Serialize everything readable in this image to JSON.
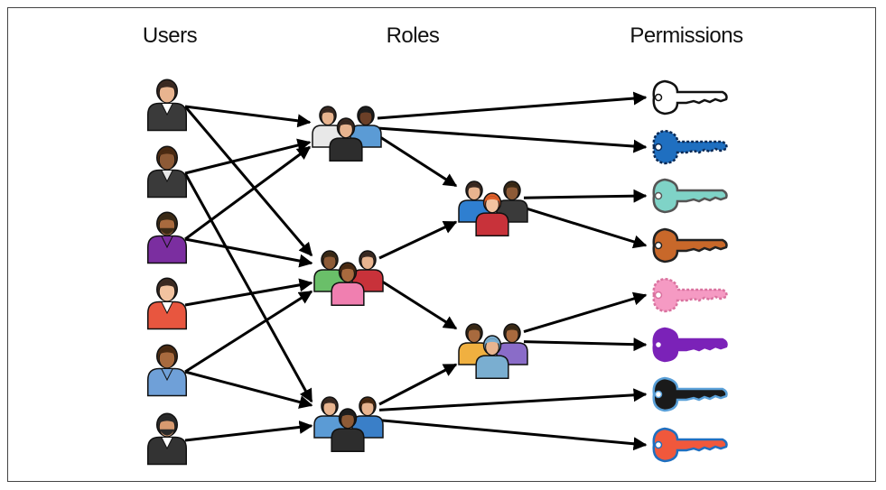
{
  "headers": {
    "users": "Users",
    "roles": "Roles",
    "permissions": "Permissions"
  },
  "users": [
    {
      "id": "u1",
      "hair": "#3b2a22",
      "skin": "#e8b48f",
      "shirt": "#3a3a3a",
      "inner": "#ffffff"
    },
    {
      "id": "u2",
      "hair": "#4a2a12",
      "skin": "#8d5a36",
      "shirt": "#3a3a3a",
      "inner": "#e8e8e8"
    },
    {
      "id": "u3",
      "hair": "#3b2a16",
      "skin": "#a86a3e",
      "shirt": "#7b2ea0",
      "inner": "#7b2ea0",
      "beard": true
    },
    {
      "id": "u4",
      "hair": "#3b2a22",
      "skin": "#f2c3a0",
      "shirt": "#e8563f",
      "inner": "#ffffff"
    },
    {
      "id": "u5",
      "hair": "#4a2a12",
      "skin": "#a86a3e",
      "shirt": "#6fa0d8",
      "inner": "#6fa0d8"
    },
    {
      "id": "u6",
      "hair": "#2a2a2a",
      "skin": "#d79a70",
      "shirt": "#333333",
      "inner": "#ffffff",
      "beard": true
    }
  ],
  "roles": [
    {
      "id": "r1",
      "people": [
        {
          "skin": "#e8b48f",
          "hair": "#3b2a22",
          "shirt": "#e8e8e8"
        },
        {
          "skin": "#6b4028",
          "hair": "#1e1e1e",
          "shirt": "#5b9bd5"
        },
        {
          "skin": "#e8b48f",
          "hair": "#3b2a22",
          "shirt": "#2d2d2d"
        }
      ]
    },
    {
      "id": "r2",
      "people": [
        {
          "skin": "#8d5a36",
          "hair": "#3b2a16",
          "shirt": "#6abf69"
        },
        {
          "skin": "#e8b48f",
          "hair": "#3b2a22",
          "shirt": "#c8323a"
        },
        {
          "skin": "#a86a3e",
          "hair": "#4a2a12",
          "shirt": "#f07fb0"
        }
      ]
    },
    {
      "id": "r3",
      "people": [
        {
          "skin": "#e8b48f",
          "hair": "#3b2a22",
          "shirt": "#5b9bd5"
        },
        {
          "skin": "#e8b48f",
          "hair": "#4a2a12",
          "shirt": "#3a7fc8"
        },
        {
          "skin": "#8d5a36",
          "hair": "#1e1e1e",
          "shirt": "#2d2d2d"
        }
      ]
    },
    {
      "id": "r4",
      "people": [
        {
          "skin": "#e8b48f",
          "hair": "#3b2a22",
          "shirt": "#2f7fd0"
        },
        {
          "skin": "#8d5a36",
          "hair": "#3b2a16",
          "shirt": "#3a3a3a"
        },
        {
          "skin": "#f2c3a0",
          "hair": "#e0602a",
          "shirt": "#c8323a"
        }
      ]
    },
    {
      "id": "r5",
      "people": [
        {
          "skin": "#a86a3e",
          "hair": "#3b2a16",
          "shirt": "#f0b040"
        },
        {
          "skin": "#a86a3e",
          "hair": "#3b2a16",
          "shirt": "#8a6cc8"
        },
        {
          "skin": "#e8b48f",
          "hair": "#7aaed0",
          "shirt": "#7aaed0"
        }
      ]
    }
  ],
  "permissions": [
    {
      "id": "k1",
      "fill": "#ffffff",
      "stroke": "#111111",
      "dashed": false
    },
    {
      "id": "k2",
      "fill": "#1f6fc0",
      "stroke": "#0b2a55",
      "dashed": true
    },
    {
      "id": "k3",
      "fill": "#7fd3c7",
      "stroke": "#555555",
      "dashed": false
    },
    {
      "id": "k4",
      "fill": "#c8682a",
      "stroke": "#222222",
      "dashed": false
    },
    {
      "id": "k5",
      "fill": "#f59ac3",
      "stroke": "#d9739f",
      "dashed": true
    },
    {
      "id": "k6",
      "fill": "#7b22b8",
      "stroke": "#7b22b8",
      "dashed": false
    },
    {
      "id": "k7",
      "fill": "#1a1a1a",
      "stroke": "#5aa0d8",
      "dashed": false
    },
    {
      "id": "k8",
      "fill": "#f0583c",
      "stroke": "#1f6fc0",
      "dashed": false
    }
  ],
  "edges": [
    [
      "u1",
      "r1"
    ],
    [
      "u1",
      "r2"
    ],
    [
      "u2",
      "r1"
    ],
    [
      "u2",
      "r3"
    ],
    [
      "u3",
      "r1"
    ],
    [
      "u3",
      "r2"
    ],
    [
      "u4",
      "r2"
    ],
    [
      "u5",
      "r2"
    ],
    [
      "u5",
      "r3"
    ],
    [
      "u6",
      "r3"
    ],
    [
      "r1",
      "k1"
    ],
    [
      "r1",
      "k2"
    ],
    [
      "r1",
      "r4"
    ],
    [
      "r2",
      "r4"
    ],
    [
      "r2",
      "r5"
    ],
    [
      "r3",
      "r5"
    ],
    [
      "r3",
      "k7"
    ],
    [
      "r3",
      "k8"
    ],
    [
      "r4",
      "k3"
    ],
    [
      "r4",
      "k4"
    ],
    [
      "r5",
      "k5"
    ],
    [
      "r5",
      "k6"
    ]
  ]
}
